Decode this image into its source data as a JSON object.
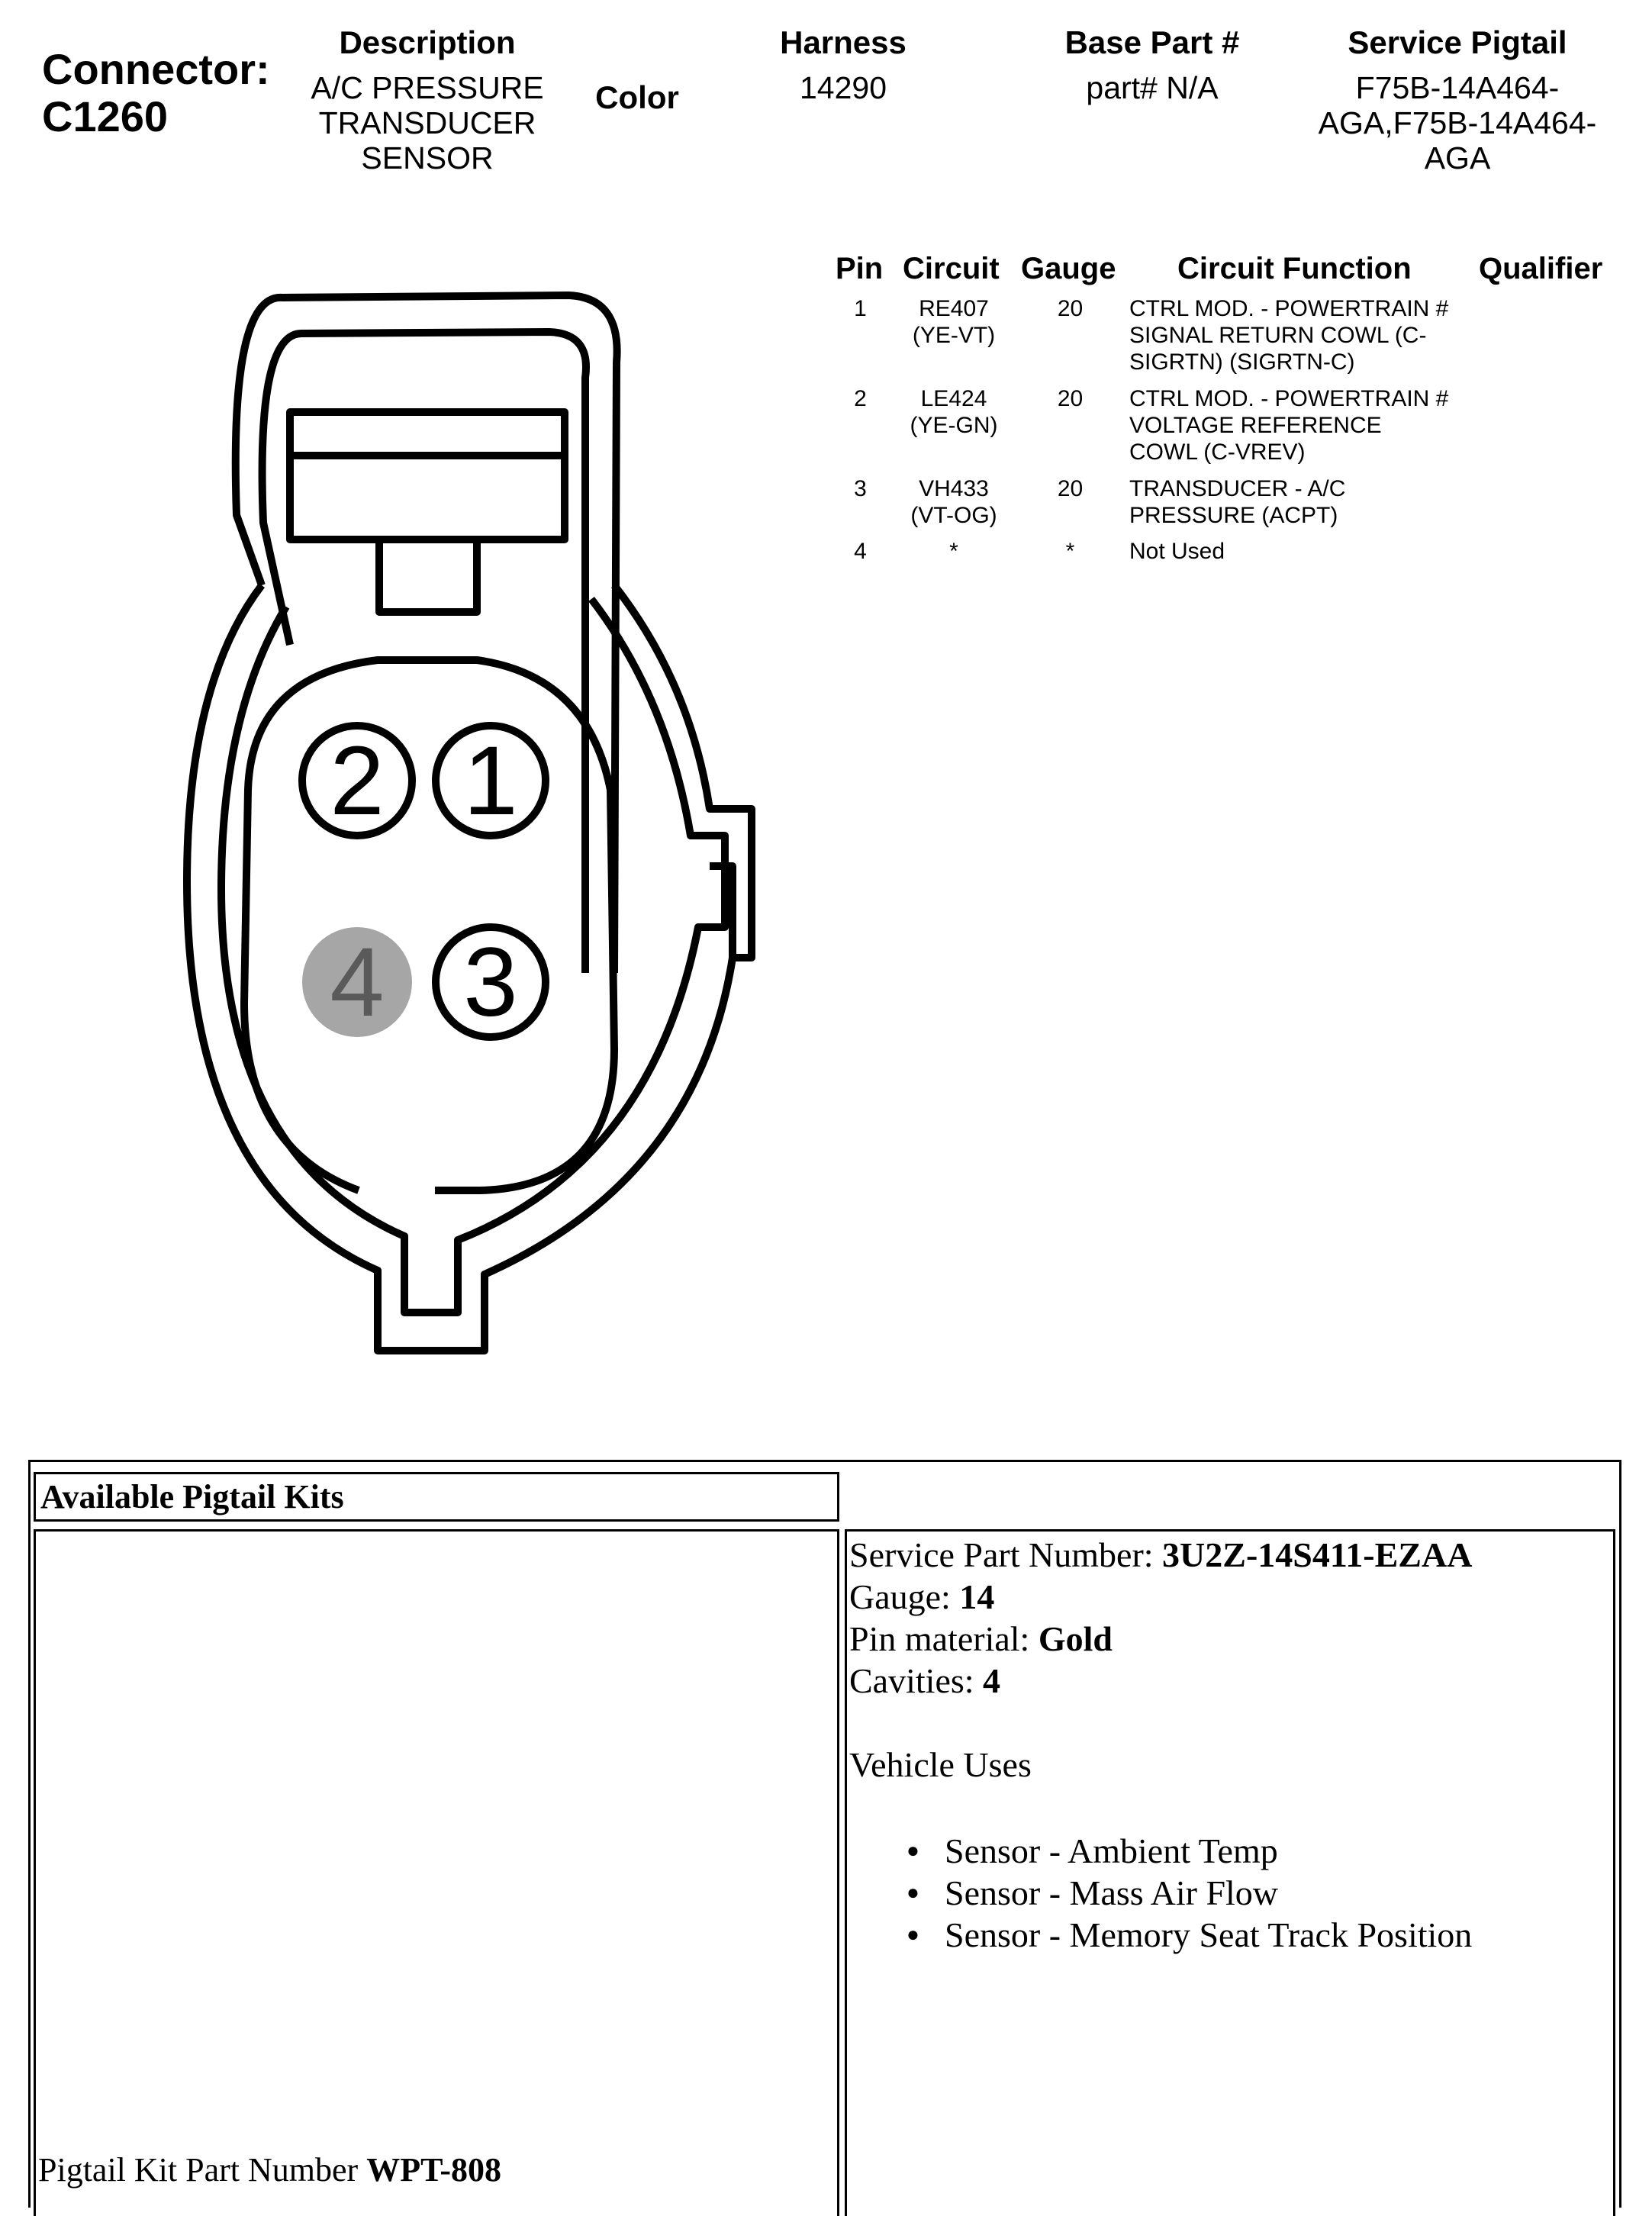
{
  "connector": {
    "label": "Connector:",
    "id": "C1260"
  },
  "header": {
    "description_title": "Description",
    "description_lines": [
      "A/C PRESSURE",
      "TRANSDUCER",
      "SENSOR"
    ],
    "color_title": "Color",
    "harness_title": "Harness",
    "harness_value": "14290",
    "base_part_title": "Base Part #",
    "base_part_value": "part# N/A",
    "service_pigtail_title": "Service Pigtail",
    "service_pigtail_lines": [
      "F75B-14A464-",
      "AGA,F75B-14A464-",
      "AGA"
    ]
  },
  "pin_table": {
    "headers": {
      "pin": "Pin",
      "circuit": "Circuit",
      "gauge": "Gauge",
      "function": "Circuit Function",
      "qualifier": "Qualifier"
    },
    "rows": [
      {
        "pin": "1",
        "circuit": [
          "RE407",
          "(YE-VT)"
        ],
        "gauge": "20",
        "function": [
          "CTRL MOD. - POWERTRAIN #",
          "SIGNAL RETURN COWL (C-",
          "SIGRTN) (SIGRTN-C)"
        ],
        "qualifier": ""
      },
      {
        "pin": "2",
        "circuit": [
          "LE424",
          "(YE-GN)"
        ],
        "gauge": "20",
        "function": [
          "CTRL MOD. - POWERTRAIN #",
          "VOLTAGE REFERENCE",
          "COWL (C-VREV)"
        ],
        "qualifier": ""
      },
      {
        "pin": "3",
        "circuit": [
          "VH433",
          "(VT-OG)"
        ],
        "gauge": "20",
        "function": [
          "TRANSDUCER - A/C",
          "PRESSURE (ACPT)"
        ],
        "qualifier": ""
      },
      {
        "pin": "4",
        "circuit": [
          "*"
        ],
        "gauge": "*",
        "function": [
          "Not Used"
        ],
        "qualifier": ""
      }
    ]
  },
  "diagram": {
    "pins": [
      {
        "label": "2",
        "used": true
      },
      {
        "label": "1",
        "used": true
      },
      {
        "label": "4",
        "used": false
      },
      {
        "label": "3",
        "used": true
      }
    ],
    "used_pin_stroke": "#000000",
    "unused_pin_fill": "#a6a6a6",
    "unused_pin_text": "#5a5a5a"
  },
  "pigtail_kits": {
    "header": "Available Pigtail Kits",
    "kit_part_label": "Pigtail Kit Part Number ",
    "kit_part_value": "WPT-808",
    "service_part_label": "Service Part Number: ",
    "service_part_value": "3U2Z-14S411-EZAA",
    "gauge_label": "Gauge: ",
    "gauge_value": "14",
    "pin_material_label": "Pin material: ",
    "pin_material_value": "Gold",
    "cavities_label": "Cavities: ",
    "cavities_value": "4",
    "vehicle_uses_title": "Vehicle Uses",
    "vehicle_uses": [
      "Sensor - Ambient Temp",
      "Sensor - Mass Air Flow",
      "Sensor - Memory Seat Track Position"
    ]
  }
}
